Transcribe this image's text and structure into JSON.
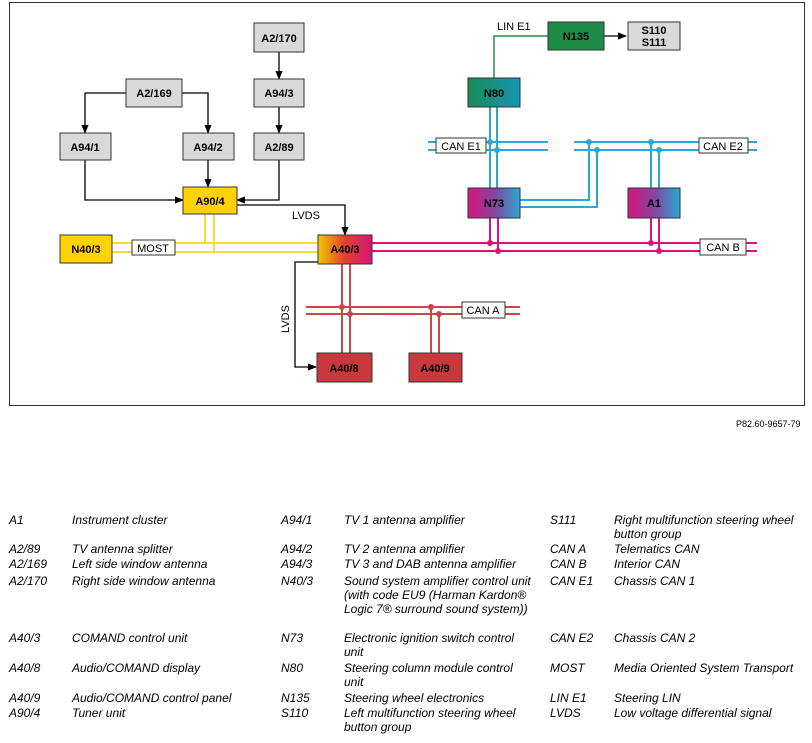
{
  "diagram": {
    "components": {
      "A2_170": "A2/170",
      "A94_3": "A94/3",
      "A2_89": "A2/89",
      "A2_169": "A2/169",
      "A94_1": "A94/1",
      "A94_2": "A94/2",
      "A90_4": "A90/4",
      "N40_3": "N40/3",
      "A40_3": "A40/3",
      "A40_8": "A40/8",
      "A40_9": "A40/9",
      "N135": "N135",
      "S110_S111": [
        "S110",
        "S111"
      ],
      "N80": "N80",
      "N73": "N73",
      "A1": "A1"
    },
    "bus_labels": {
      "lin_e1": "LIN E1",
      "can_e1": "CAN E1",
      "can_e2": "CAN E2",
      "can_b": "CAN B",
      "can_a": "CAN A",
      "most": "MOST",
      "lvds_horizontal": "LVDS",
      "lvds_vertical": "LVDS"
    },
    "colors": {
      "gray": "#d9d9d9",
      "yellow": "#ffd200",
      "red": "#c8383c",
      "green": "#1e8c46",
      "teal": "#11908a",
      "cyan": "#2aa9d2",
      "magenta": "#d6157a",
      "purple": "#8e3d9a",
      "most_yellow": "#f5dc3c",
      "can_a_red": "#c9474b"
    }
  },
  "reference": "P82.60-9657-79",
  "legend": {
    "col1": [
      {
        "code": "A1",
        "desc": "Instrument cluster"
      },
      {
        "code": "A2/89",
        "desc": "TV antenna splitter"
      },
      {
        "code": "A2/169",
        "desc": "Left side window antenna"
      },
      {
        "code": "A2/170",
        "desc": "Right side window antenna"
      },
      {
        "code": "A40/3",
        "desc": "COMAND control unit"
      },
      {
        "code": "A40/8",
        "desc": "Audio/COMAND display"
      },
      {
        "code": "A40/9",
        "desc": "Audio/COMAND control panel"
      },
      {
        "code": "A90/4",
        "desc": "Tuner unit"
      }
    ],
    "col2": [
      {
        "code": "A94/1",
        "desc": "TV 1 antenna amplifier"
      },
      {
        "code": "A94/2",
        "desc": "TV 2 antenna amplifier"
      },
      {
        "code": "A94/3",
        "desc": "TV 3 and DAB antenna amplifier"
      },
      {
        "code": "N40/3",
        "desc": "Sound system amplifier control unit (with code EU9 (Harman Kardon® Logic 7® surround sound system))"
      },
      {
        "code": "N73",
        "desc": "Electronic ignition switch control unit"
      },
      {
        "code": "N80",
        "desc": "Steering column module control unit"
      },
      {
        "code": "N135",
        "desc": "Steering wheel electronics"
      },
      {
        "code": "S110",
        "desc": "Left multifunction steering wheel button group"
      }
    ],
    "col3": [
      {
        "code": "S111",
        "desc": "Right multifunction steering wheel button group"
      },
      {
        "code": "CAN A",
        "desc": "Telematics CAN"
      },
      {
        "code": "CAN B",
        "desc": "Interior CAN"
      },
      {
        "code": "CAN E1",
        "desc": "Chassis CAN 1"
      },
      {
        "code": "CAN E2",
        "desc": "Chassis CAN 2"
      },
      {
        "code": "MOST",
        "desc": "Media Oriented System Transport"
      },
      {
        "code": "LIN E1",
        "desc": "Steering LIN"
      },
      {
        "code": "LVDS",
        "desc": "Low voltage differential signal"
      }
    ]
  }
}
